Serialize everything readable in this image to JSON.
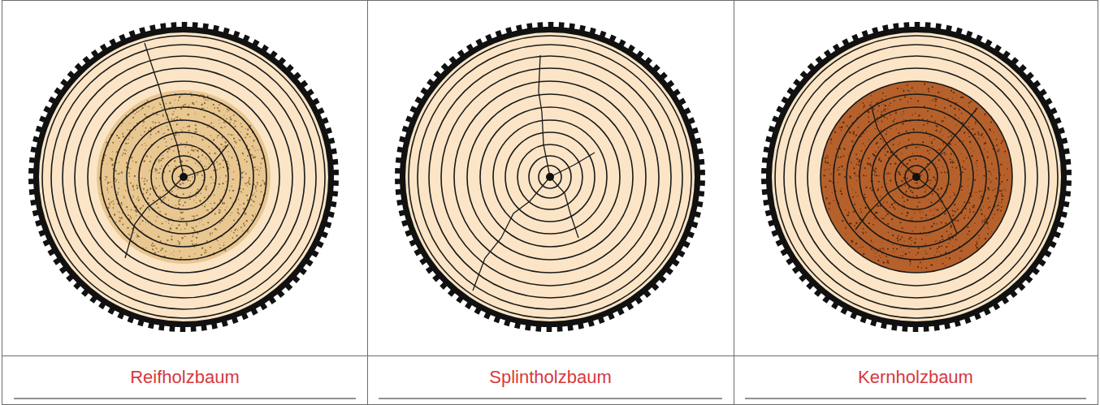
{
  "diagram": {
    "labels": [
      "Reifholzbaum",
      "Splintholzbaum",
      "Kernholzbaum"
    ]
  }
}
